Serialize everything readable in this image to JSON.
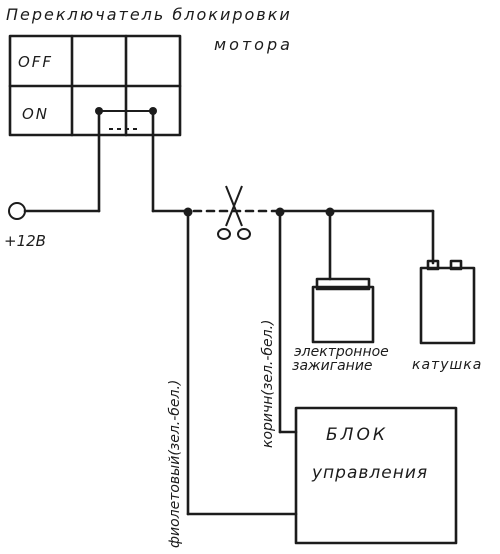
{
  "title_line1": "Переключатель блокировки",
  "title_line2": "мотора",
  "switch_labels": {
    "off": "OFF",
    "on": "ON"
  },
  "power_label": "+12В",
  "wire_labels": {
    "violet": "фиолетовый(зел.-бел.)",
    "brown": "коричн(зел.-бел.)"
  },
  "component_labels": {
    "ignition_line1": "электронное",
    "ignition_line2": "зажигание",
    "coil": "катушка"
  },
  "control_unit": {
    "line1": "БЛОК",
    "line2": "управления"
  },
  "icons": {
    "cut": "scissors-icon",
    "power": "terminal-circle-icon"
  },
  "colors": {
    "ink": "#1c1c1c",
    "paper": "#ffffff"
  }
}
